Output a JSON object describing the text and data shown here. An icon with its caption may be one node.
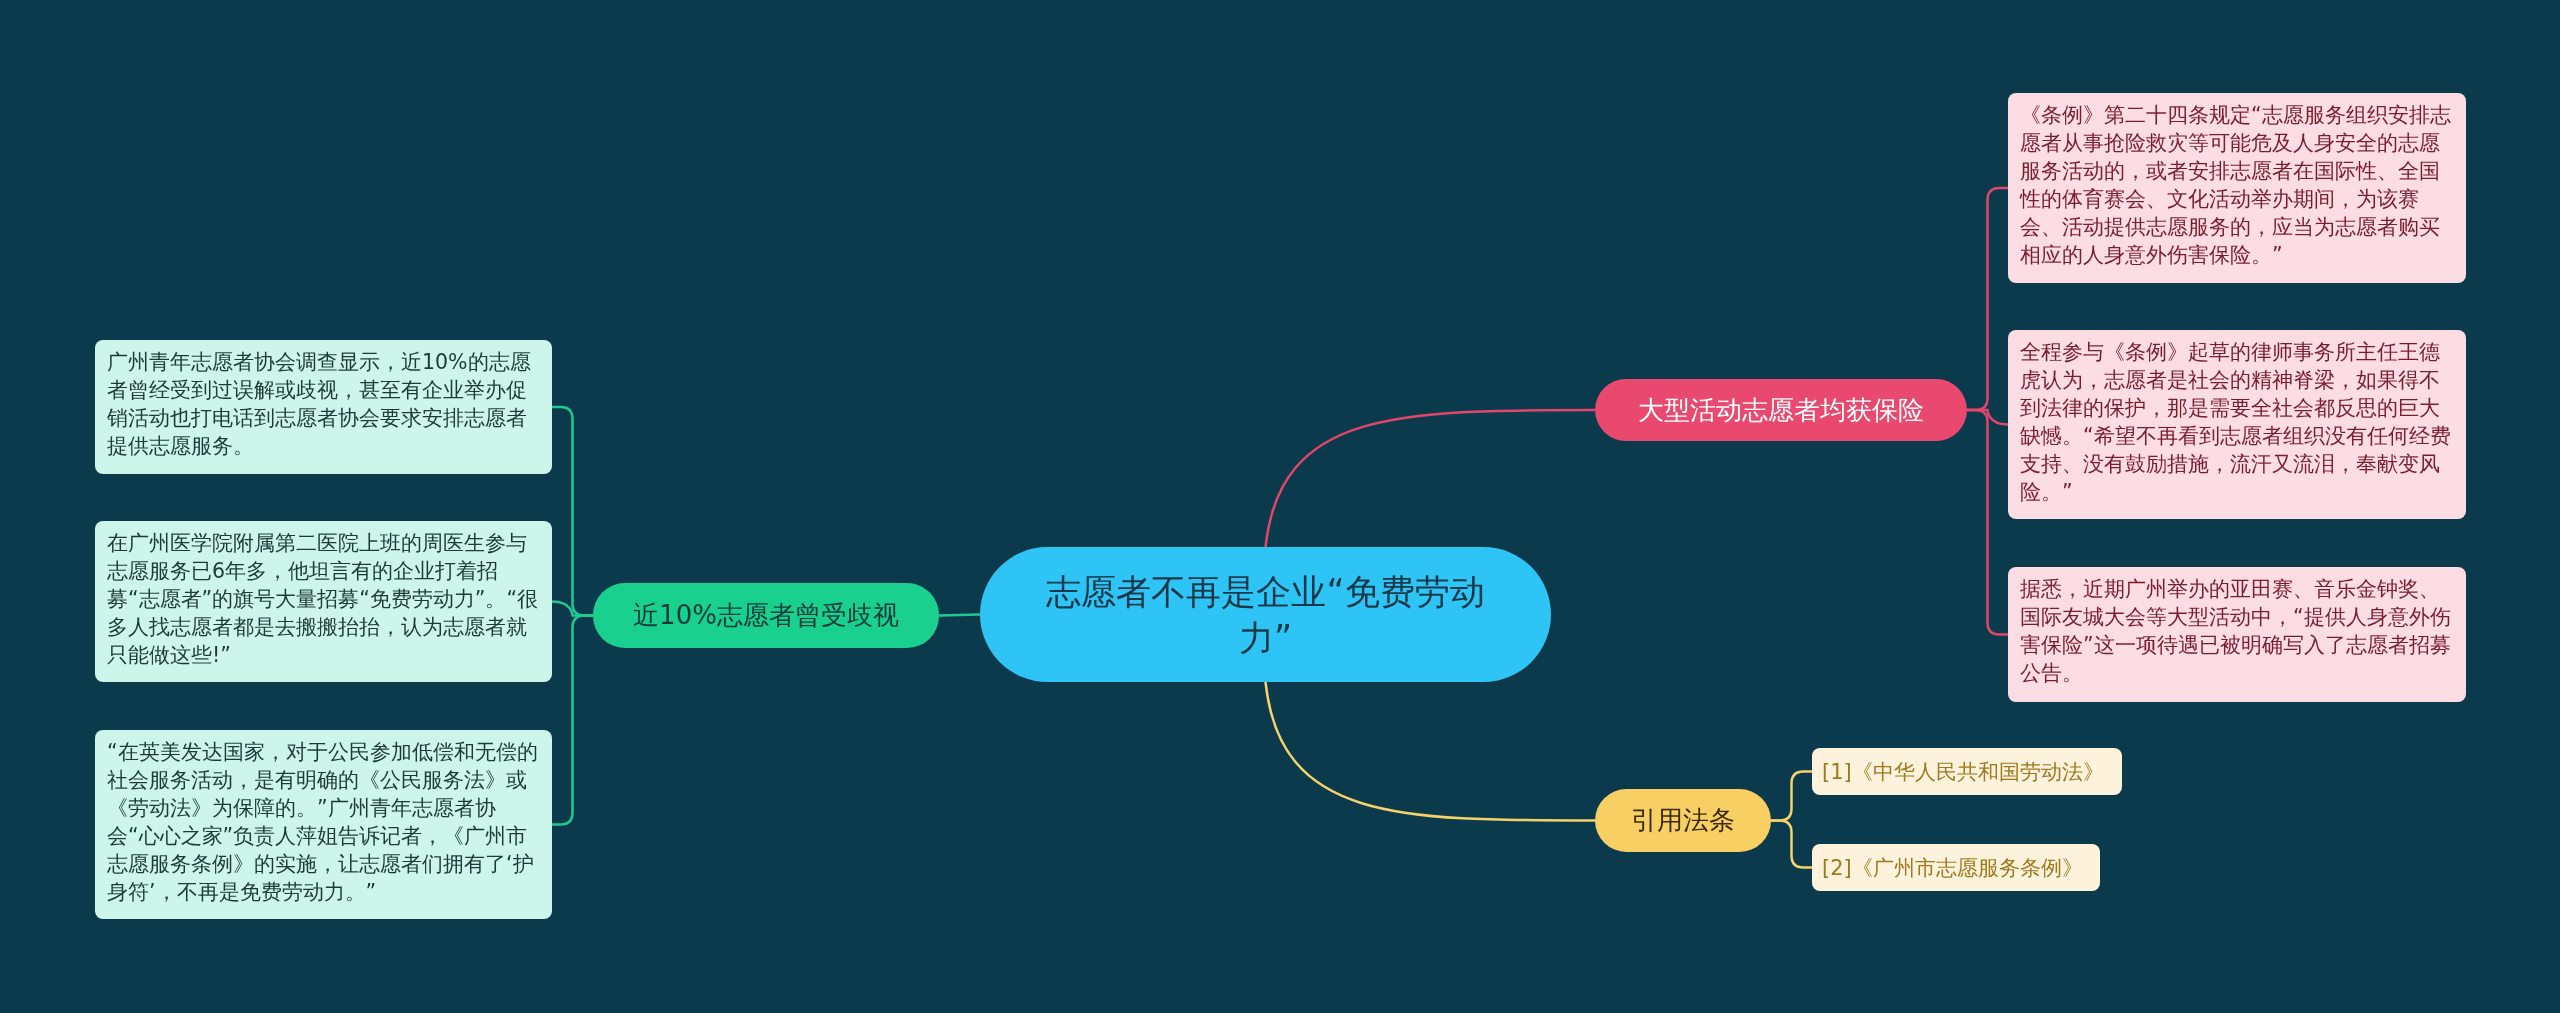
{
  "diagram": {
    "nodes": [
      {
        "text": [
          "志愿者不再是企业“免费劳动力”"
        ]
      },
      {
        "text": [
          "大型活动志愿者均获保险"
        ]
      },
      {
        "text": [
          "《条例》第二十四条规定“志愿服务组织安排志愿者从事抢险救灾等可能危及人身安全的志愿服务活动的，或者安排志愿者在国际性、全国性的体育赛会、文化活动举办期间，为该赛会、活动提供志愿服务的，应当为志愿者购买相应的人身意外伤害保险。”"
        ]
      },
      {
        "text": [
          "全程参与《条例》起草的律师事务所主任王德虎认为，志愿者是社会的精神脊梁，如果得不到法律的保护，那是需要全社会都反思的巨大缺憾。“希望不再看到志愿者组织没有任何经费支持、没有鼓励措施，流汗又流泪，奉献变风险。”"
        ]
      },
      {
        "text": [
          "据悉，近期广州举办的亚田赛、音乐金钟奖、国际友城大会等大型活动中，“提供人身意外伤害保险”这一项待遇已被明确写入了志愿者招募公告。"
        ]
      },
      {
        "text": [
          "引用法条"
        ]
      },
      {
        "text": [
          "[1]《中华人民共和国劳动法》"
        ]
      },
      {
        "text": [
          "[2]《广州市志愿服务条例》"
        ]
      },
      {
        "text": [
          "近10%志愿者曾受歧视"
        ]
      },
      {
        "text": [
          "广州青年志愿者协会调查显示，近10%的志愿者曾经受到过误解或歧视，甚至有企业举办促销活动也打电话到志愿者协会要求安排志愿者提供志愿服务。"
        ]
      },
      {
        "text": [
          "在广州医学院附属第二医院上班的周医生参与志愿服务已6年多，他坦言有的企业打着招募“志愿者”的旗号大量招募“免费劳动力”。“很多人找志愿者都是去搬搬抬抬，认为志愿者就只能做这些!”"
        ]
      },
      {
        "text": [
          "“在英美发达国家，对于公民参加低偿和无偿的社会服务活动，是有明确的《公民服务法》或《劳动法》为保障的。”广州青年志愿者协会“心心之家”负责人萍姐告诉记者，《广州市志愿服务条例》的实施，让志愿者们拥有了‘护身符’，不再是免费劳动力。”"
        ]
      }
    ],
    "edges": [
      {
        "from": 0,
        "to": 1,
        "arrow": "none",
        "color": "#e0456b"
      },
      {
        "from": 1,
        "to": 2,
        "arrow": "none",
        "color": "#e0456b"
      },
      {
        "from": 1,
        "to": 3,
        "arrow": "none",
        "color": "#e0456b"
      },
      {
        "from": 1,
        "to": 4,
        "arrow": "none",
        "color": "#e0456b"
      },
      {
        "from": 0,
        "to": 5,
        "arrow": "none",
        "color": "#f5d36a"
      },
      {
        "from": 5,
        "to": 6,
        "arrow": "none",
        "color": "#f5d36a"
      },
      {
        "from": 5,
        "to": 7,
        "arrow": "none",
        "color": "#f5d36a"
      },
      {
        "from": 0,
        "to": 8,
        "arrow": "none",
        "color": "#1fc98f"
      },
      {
        "from": 8,
        "to": 9,
        "arrow": "none",
        "color": "#1fc98f"
      },
      {
        "from": 8,
        "to": 10,
        "arrow": "none",
        "color": "#1fc98f"
      },
      {
        "from": 8,
        "to": 11,
        "arrow": "none",
        "color": "#1fc98f"
      }
    ]
  }
}
